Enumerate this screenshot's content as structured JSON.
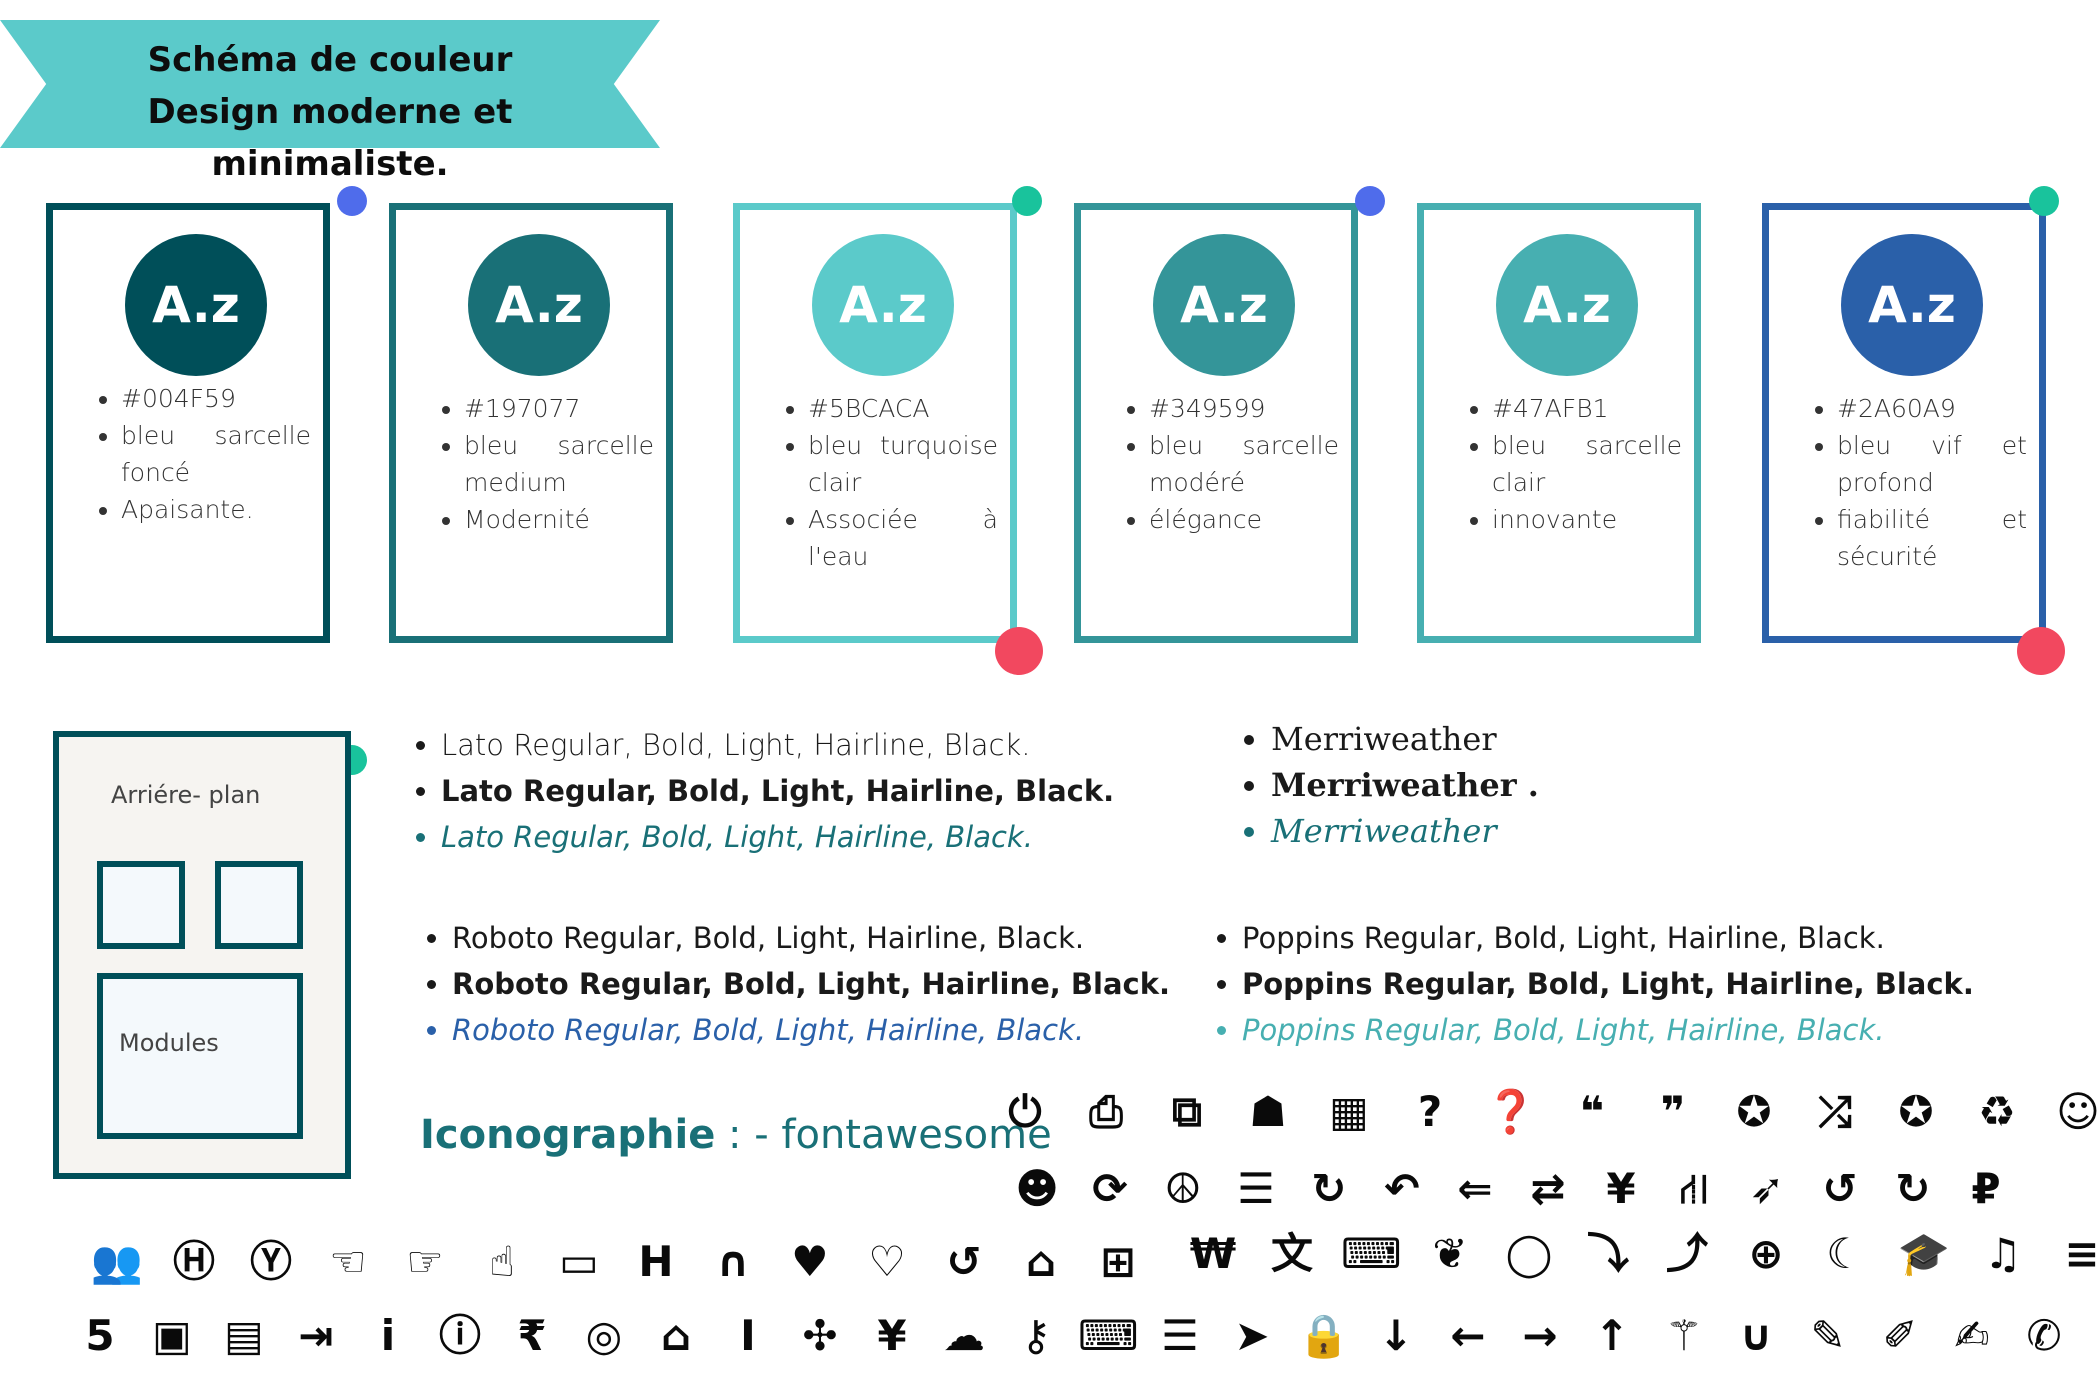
{
  "banner": {
    "line1": "Schéma de couleur",
    "line2": "Design moderne et minimaliste."
  },
  "palette": [
    {
      "swatch": "A.z",
      "hex": "#004F59",
      "color": "#004F59",
      "desc": "bleu sarcelle foncé",
      "trait": "Apaisante."
    },
    {
      "swatch": "A.z",
      "hex": "#197077",
      "color": "#197077",
      "desc": "bleu sarcelle medium",
      "trait": "Modernité"
    },
    {
      "swatch": "A.z",
      "hex": "#5BCACA",
      "color": "#5BCACA",
      "desc": "bleu turquoise clair",
      "trait": "Associée à l'eau"
    },
    {
      "swatch": "A.z",
      "hex": "#349599",
      "color": "#349599",
      "desc": "bleu sarcelle modéré",
      "trait": "élégance"
    },
    {
      "swatch": "A.z",
      "hex": "#47AFB1",
      "color": "#47AFB1",
      "desc": "bleu sarcelle clair",
      "trait": "innovante"
    },
    {
      "swatch": "A.z",
      "hex": "#2A60A9",
      "color": "#2A60A9",
      "desc": "bleu vif et profond",
      "trait": "fiabilité et sécurité"
    }
  ],
  "accent_colors": {
    "blue_dot": "#4F6CEB",
    "green_dot": "#19C39C",
    "red_dot": "#F2485F",
    "background": "#F6F4F1"
  },
  "layout_mock": {
    "background_label": "Arriére- plan",
    "modules_label": "Modules"
  },
  "fonts": {
    "lato": [
      "Lato Regular, Bold, Light, Hairline, Black.",
      "Lato Regular, Bold, Light, Hairline, Black.",
      "Lato Regular, Bold, Light, Hairline, Black."
    ],
    "merriweather": [
      "Merriweather",
      "Merriweather .",
      "Merriweather"
    ],
    "roboto": [
      "Roboto Regular, Bold, Light, Hairline, Black.",
      "Roboto Regular, Bold, Light, Hairline, Black.",
      "Roboto Regular, Bold, Light, Hairline, Black."
    ],
    "poppins": [
      "Poppins Regular, Bold, Light, Hairline, Black.",
      "Poppins Regular, Bold, Light, Hairline, Black.",
      "Poppins Regular, Bold, Light, Hairline, Black."
    ]
  },
  "iconography": {
    "title": "Iconographie",
    "suffix": " : - fontawesome"
  },
  "icons": {
    "row1": [
      {
        "name": "power-off-icon",
        "glyph": "⏻"
      },
      {
        "name": "print-icon",
        "glyph": "⎙"
      },
      {
        "name": "puzzle-piece-icon",
        "glyph": "⧉"
      },
      {
        "name": "qq-icon",
        "glyph": "☗"
      },
      {
        "name": "qrcode-icon",
        "glyph": "▦"
      },
      {
        "name": "question-icon",
        "glyph": "?"
      },
      {
        "name": "question-circle-icon",
        "glyph": "❓"
      },
      {
        "name": "quote-left-icon",
        "glyph": "❝"
      },
      {
        "name": "quote-right-icon",
        "glyph": "❞"
      },
      {
        "name": "rebel-icon",
        "glyph": "✪"
      },
      {
        "name": "random-icon",
        "glyph": "⤮"
      },
      {
        "name": "rebel-alt-icon",
        "glyph": "✪"
      },
      {
        "name": "recycle-icon",
        "glyph": "♻"
      },
      {
        "name": "reddit-alien-icon",
        "glyph": "☺"
      }
    ],
    "row2": [
      {
        "name": "reddit-square-icon",
        "glyph": "☻"
      },
      {
        "name": "refresh-icon",
        "glyph": "⟳"
      },
      {
        "name": "resistance-icon",
        "glyph": "☮"
      },
      {
        "name": "bars-icon",
        "glyph": "☰"
      },
      {
        "name": "repeat-icon",
        "glyph": "↻"
      },
      {
        "name": "reply-icon",
        "glyph": "↶"
      },
      {
        "name": "reply-all-icon",
        "glyph": "⇐"
      },
      {
        "name": "retweet-icon",
        "glyph": "⇄"
      },
      {
        "name": "yen-icon",
        "glyph": "¥"
      },
      {
        "name": "road-icon",
        "glyph": "⛙"
      },
      {
        "name": "rocket-icon",
        "glyph": "➶"
      },
      {
        "name": "rotate-left-icon",
        "glyph": "↺"
      },
      {
        "name": "rotate-right-icon",
        "glyph": "↻"
      },
      {
        "name": "ruble-icon",
        "glyph": "₽"
      }
    ],
    "row3_right": [
      {
        "name": "won-icon",
        "glyph": "₩"
      },
      {
        "name": "language-icon",
        "glyph": "文"
      },
      {
        "name": "laptop-icon",
        "glyph": "⌨"
      },
      {
        "name": "leaf-icon",
        "glyph": "❦"
      },
      {
        "name": "lemon-icon",
        "glyph": "◯"
      },
      {
        "name": "level-down-icon",
        "glyph": "⤵"
      },
      {
        "name": "level-up-icon",
        "glyph": "⤴"
      },
      {
        "name": "life-ring-icon",
        "glyph": "⊕"
      },
      {
        "name": "moon-icon",
        "glyph": "☾"
      },
      {
        "name": "graduation-cap-icon",
        "glyph": "🎓"
      },
      {
        "name": "music-icon",
        "glyph": "♫"
      },
      {
        "name": "list-icon",
        "glyph": "≡"
      }
    ],
    "row3_left": [
      {
        "name": "users-icon",
        "glyph": "👥"
      },
      {
        "name": "h-square-icon",
        "glyph": "Ⓗ"
      },
      {
        "name": "y-combinator-icon",
        "glyph": "Ⓨ"
      },
      {
        "name": "hand-point-left-icon",
        "glyph": "☜"
      },
      {
        "name": "hand-point-right-icon",
        "glyph": "☞"
      },
      {
        "name": "hand-point-up-icon",
        "glyph": "☝"
      },
      {
        "name": "hdd-icon",
        "glyph": "▭"
      },
      {
        "name": "header-icon",
        "glyph": "H"
      },
      {
        "name": "headphones-icon",
        "glyph": "∩"
      },
      {
        "name": "heart-icon",
        "glyph": "♥"
      },
      {
        "name": "heart-outline-icon",
        "glyph": "♡"
      },
      {
        "name": "history-icon",
        "glyph": "↺"
      },
      {
        "name": "home-icon",
        "glyph": "⌂"
      },
      {
        "name": "hospital-icon",
        "glyph": "⊞"
      }
    ],
    "row4": [
      {
        "name": "html5-icon",
        "glyph": "5"
      },
      {
        "name": "image-icon",
        "glyph": "▣"
      },
      {
        "name": "inbox-icon",
        "glyph": "▤"
      },
      {
        "name": "indent-icon",
        "glyph": "⇥"
      },
      {
        "name": "info-icon",
        "glyph": "i"
      },
      {
        "name": "info-circle-icon",
        "glyph": "ⓘ"
      },
      {
        "name": "rupee-icon",
        "glyph": "₹"
      },
      {
        "name": "instagram-icon",
        "glyph": "◎"
      },
      {
        "name": "institution-icon",
        "glyph": "⌂"
      },
      {
        "name": "italic-icon",
        "glyph": "I"
      },
      {
        "name": "joomla-icon",
        "glyph": "✣"
      },
      {
        "name": "jpy-icon",
        "glyph": "¥"
      },
      {
        "name": "keycdn-icon",
        "glyph": "☁"
      },
      {
        "name": "key-icon",
        "glyph": "⚷"
      },
      {
        "name": "keyboard-icon",
        "glyph": "⌨"
      },
      {
        "name": "list-ul-icon",
        "glyph": "☰"
      },
      {
        "name": "location-arrow-icon",
        "glyph": "➤"
      },
      {
        "name": "lock-icon",
        "glyph": "🔒"
      },
      {
        "name": "long-arrow-down-icon",
        "glyph": "↓"
      },
      {
        "name": "long-arrow-left-icon",
        "glyph": "←"
      },
      {
        "name": "long-arrow-right-icon",
        "glyph": "→"
      },
      {
        "name": "long-arrow-up-icon",
        "glyph": "↑"
      },
      {
        "name": "magic-icon",
        "glyph": "⚚"
      },
      {
        "name": "magnet-icon",
        "glyph": "∪"
      },
      {
        "name": "pencil-icon",
        "glyph": "✎"
      },
      {
        "name": "pencil-square-icon",
        "glyph": "✐"
      },
      {
        "name": "edit-icon",
        "glyph": "✍"
      },
      {
        "name": "phone-icon",
        "glyph": "✆"
      }
    ]
  }
}
